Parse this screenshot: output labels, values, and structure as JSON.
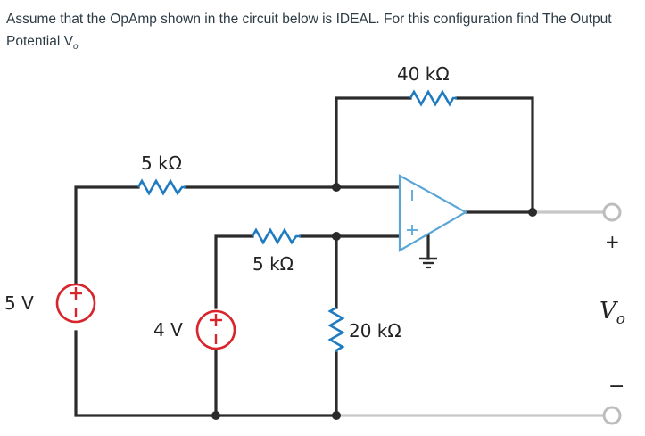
{
  "question": {
    "text": "Assume that the OpAmp shown in the circuit below is IDEAL. For this configuration find The Output Potential V",
    "subscript": "o"
  },
  "circuit": {
    "r_feedback": "40 kΩ",
    "r_top": "5 kΩ",
    "r_middle": "5 kΩ",
    "r_shunt": "20 kΩ",
    "source_left": "5 V",
    "source_mid": "4 V",
    "output_label": "V",
    "output_sub": "o",
    "plus_sign": "+",
    "minus_sign": "−",
    "opamp_minus": "−",
    "opamp_plus": "+"
  },
  "colors": {
    "resistor": "#1f7bc1",
    "source": "#d8242b",
    "opamp": "#5aa6d6",
    "terminal": "#bdbdbd",
    "wire": "#2b2b2b"
  }
}
